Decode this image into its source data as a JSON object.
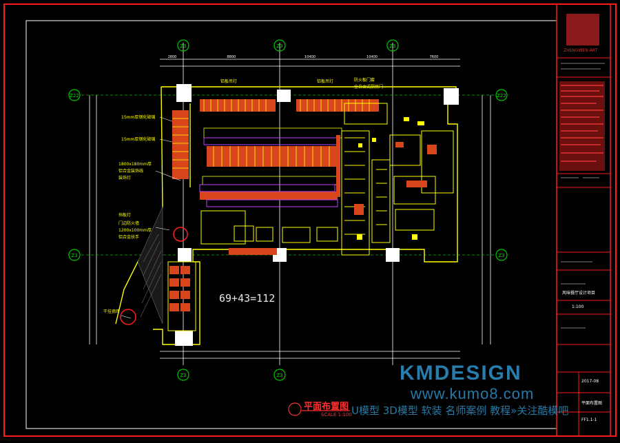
{
  "drawing": {
    "calc_note": "69+43=112",
    "title": "平面布置图",
    "scale_label": "SCALE 1:100",
    "grid_axes": [
      "Z3",
      "Z3",
      "Z3",
      "Z22",
      "Z22",
      "Z3",
      "Z3",
      "Z3",
      "Z3"
    ],
    "dim_top": [
      "2800",
      "8800",
      "10400",
      "10400",
      "7600"
    ],
    "annotations": [
      "铝板吊灯",
      "铝板吊灯",
      "防火板门套",
      "全自由式厨房门",
      "15mm厚钢化玻璃",
      "15mm厚钢化玻璃",
      "1800x180mm厚",
      "铝合金装饰线",
      "装饰灯",
      "挡板灯",
      "门边防火墙",
      "1200x100mm厚",
      "铝合金扶手",
      "干挂瓷砖"
    ]
  },
  "title_block": {
    "logo_caption": "ZHENGWEN ART",
    "project_name": "风味餐厅设计项目",
    "scale": "1:100",
    "date": "2017-08",
    "drawing_name": "平面布置图",
    "sheet_no": "FF1.1-1"
  },
  "watermark": {
    "brand": "KMDESIGN",
    "url": "www.kumo8.com",
    "tagline": "U模型 3D模型 软装 名师案例 教程»关注酷模吧"
  },
  "colors": {
    "border": "#ff1a1a",
    "linework": "#ffff00",
    "furniture": "#d8461c",
    "grid_circle": "#00c800",
    "white_lines": "#ffffff",
    "magenta": "#c040ff",
    "watermark": "#2e8fc4"
  }
}
